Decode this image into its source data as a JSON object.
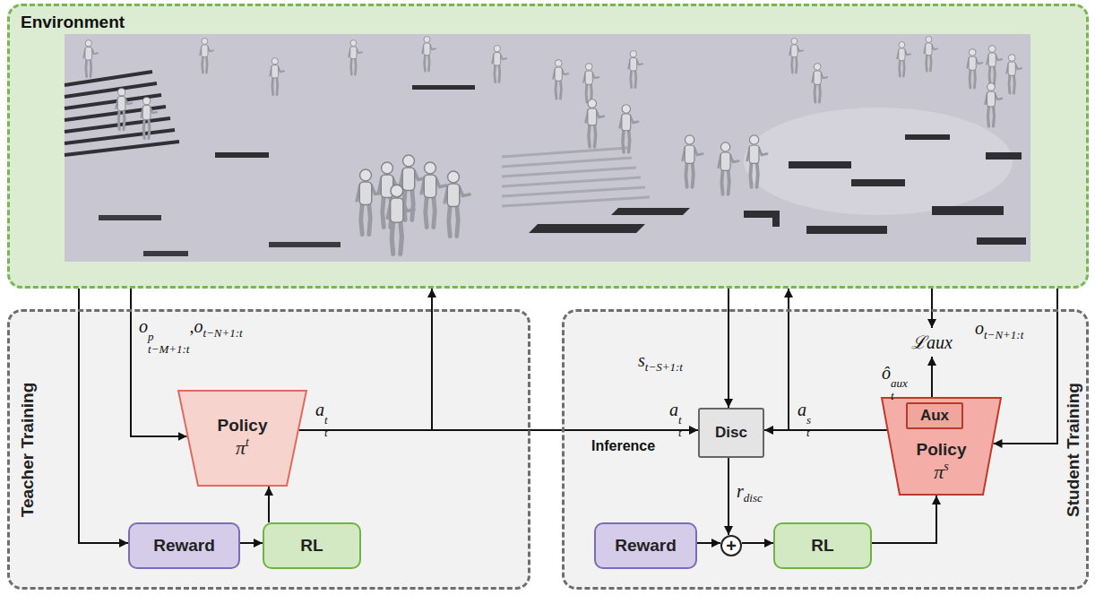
{
  "diagram": {
    "nodes": [
      {
        "text": [
          "Environment"
        ]
      },
      {
        "text": [
          "Teacher Training"
        ]
      },
      {
        "text": [
          "Policy",
          "π",
          "t"
        ],
        "in": 1
      },
      {
        "text": [
          "Reward"
        ],
        "in": 1
      },
      {
        "text": [
          "RL"
        ],
        "in": 1
      },
      {
        "text": [
          "Student Training"
        ]
      },
      {
        "text": [
          "Disc"
        ],
        "in": 5
      },
      {
        "text": [
          "Policy",
          "π",
          "s"
        ],
        "in": 5
      },
      {
        "text": [
          "Aux"
        ],
        "in": 7
      },
      {
        "text": [
          "Reward"
        ],
        "in": 5
      },
      {
        "text": [
          "RL"
        ],
        "in": 5
      },
      {
        "text": [
          "+"
        ],
        "in": 5
      }
    ],
    "edges": [
      {
        "from": 0,
        "to": 2,
        "arrow": "to"
      },
      {
        "from": 0,
        "to": 3,
        "arrow": "to"
      },
      {
        "from": 3,
        "to": 4,
        "arrow": "to"
      },
      {
        "from": 4,
        "to": 2,
        "arrow": "to"
      },
      {
        "from": 2,
        "to": 0,
        "arrow": "to"
      },
      {
        "from": 2,
        "to": 6,
        "arrow": "to"
      },
      {
        "from": 0,
        "to": 6,
        "arrow": "to"
      },
      {
        "from": 7,
        "to": 6,
        "arrow": "to"
      },
      {
        "from": 7,
        "to": 0,
        "arrow": "to"
      },
      {
        "from": 0,
        "to": 7,
        "arrow": "to"
      },
      {
        "from": 6,
        "to": 11,
        "arrow": "to"
      },
      {
        "from": 9,
        "to": 11,
        "arrow": "to"
      },
      {
        "from": 11,
        "to": 10,
        "arrow": "to"
      },
      {
        "from": 10,
        "to": 7,
        "arrow": "to"
      }
    ],
    "labels": [
      "o",
      "p",
      "t−M+1:t",
      ",",
      "o",
      "t−N+1:t",
      "a",
      "t",
      "t",
      "a",
      "t",
      "t",
      "Inference",
      "s",
      "t−S+1:t",
      "a",
      "s",
      "t",
      "ℒaux",
      "ô",
      "aux",
      "t",
      "o",
      "t−N+1:t",
      "r",
      "disc"
    ]
  }
}
